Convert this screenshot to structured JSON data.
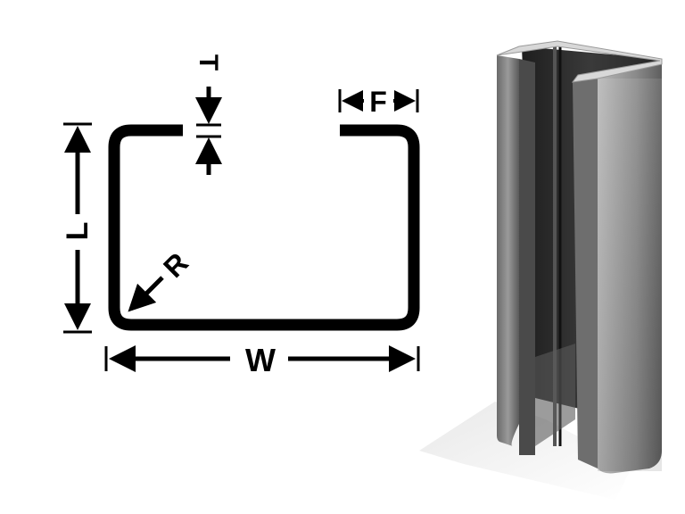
{
  "diagram": {
    "subject": "C-channel steel post profile",
    "labels": {
      "thickness": "T",
      "flange": "F",
      "length": "L",
      "radius": "R",
      "width": "W"
    },
    "colors": {
      "line": "#000000",
      "background": "#ffffff",
      "metal_light": "#c8c8c8",
      "metal_mid": "#7a7a7a",
      "metal_dark": "#2a2a2a"
    }
  }
}
